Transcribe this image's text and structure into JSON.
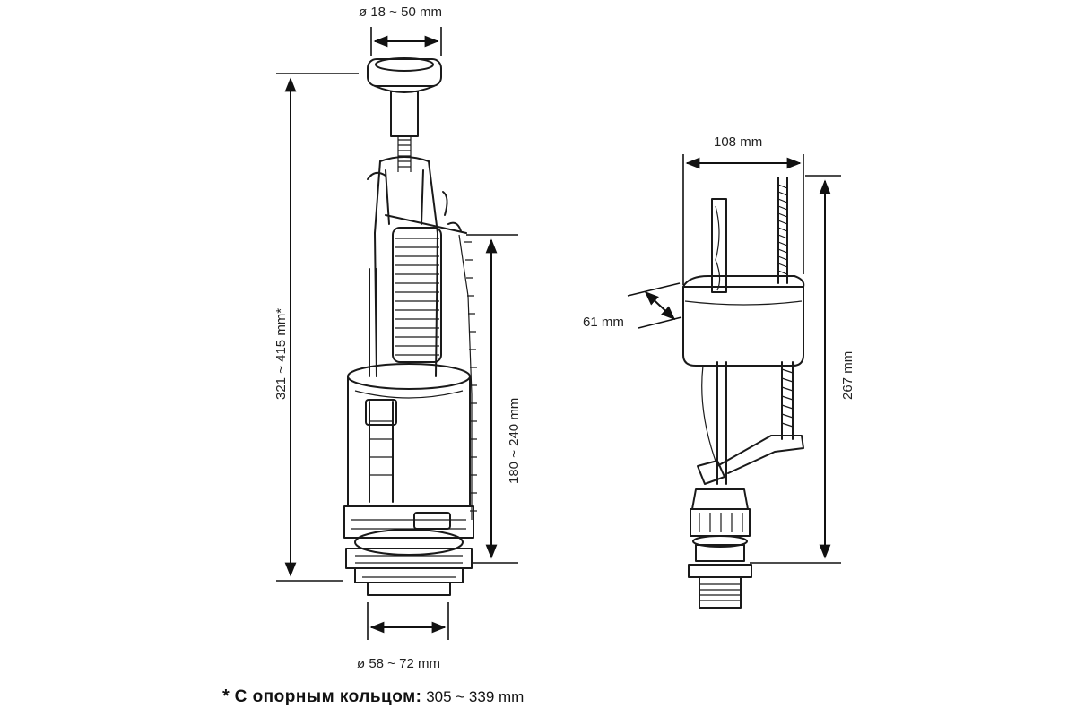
{
  "flush_valve": {
    "top_diameter": "ø 18 ~ 50 mm",
    "height_total": "321 ~ 415 mm*",
    "height_adjust": "180 ~ 240 mm",
    "bottom_diameter": "ø 58 ~ 72 mm"
  },
  "fill_valve": {
    "width": "108 mm",
    "depth": "61 mm",
    "height": "267 mm"
  },
  "footnote": {
    "star": "*",
    "text": " С опорным кольцом:",
    "value": " 305 ~ 339 mm"
  }
}
